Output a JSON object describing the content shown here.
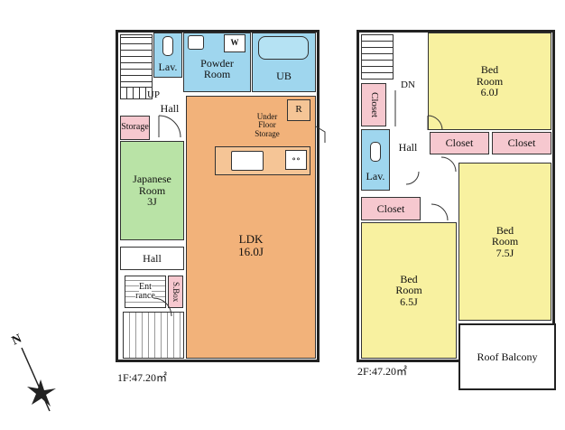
{
  "floor1": {
    "caption": "1F:47.20㎡",
    "rooms": {
      "lav": "Lav.",
      "powder_room": [
        "Powder",
        "Room"
      ],
      "ub": "UB",
      "up": "UP",
      "hall_upper": "Hall",
      "storage": "Storage",
      "underfloor": [
        "Under",
        "Floor",
        "Storage"
      ],
      "japanese_room": [
        "Japanese",
        "Room",
        "3J"
      ],
      "ldk": [
        "LDK",
        "16.0J"
      ],
      "hall_lower": "Hall",
      "entrance": [
        "Ent",
        "rance"
      ],
      "sbox": "S.Box",
      "w_mark": "W",
      "r_mark": "R"
    }
  },
  "floor2": {
    "caption": "2F:47.20㎡",
    "rooms": {
      "bedroom_6": [
        "Bed",
        "Room",
        "6.0J"
      ],
      "dn": "DN",
      "closet_vertical": "Closet",
      "closet_mid_1": "Closet",
      "closet_mid_2": "Closet",
      "hall": "Hall",
      "lav": "Lav.",
      "closet_lower": "Closet",
      "bedroom_7_5": [
        "Bed",
        "Room",
        "7.5J"
      ],
      "bedroom_6_5": [
        "Bed",
        "Room",
        "6.5J"
      ],
      "roof_balcony": "Roof Balcony"
    }
  },
  "compass": {
    "label": "N"
  },
  "colors": {
    "wet_area": "#9fd6ee",
    "ldk": "#f2b27a",
    "japanese": "#b9e3a6",
    "bedroom": "#f8f1a0",
    "closet": "#f6c8cf",
    "wall": "#222222"
  }
}
